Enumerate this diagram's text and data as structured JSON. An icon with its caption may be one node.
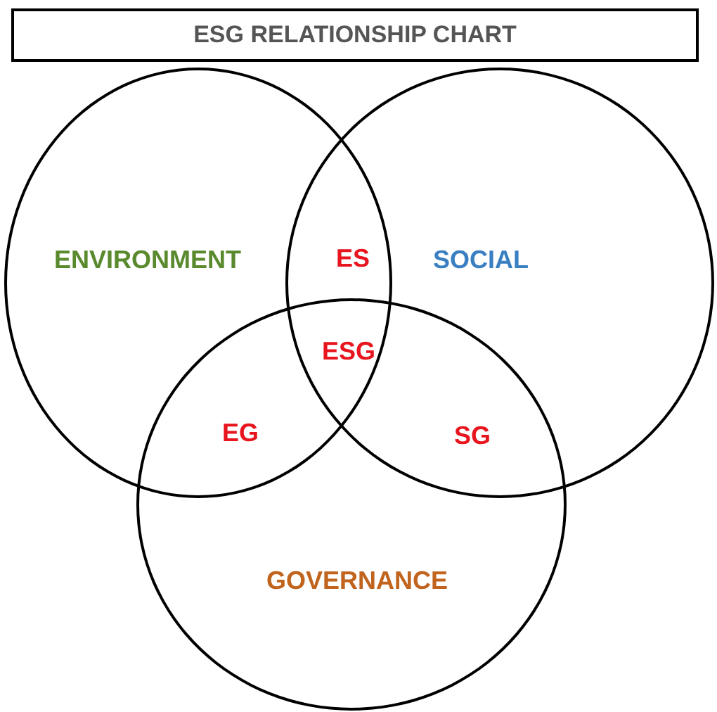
{
  "diagram": {
    "title": "ESG RELATIONSHIP CHART",
    "nodes": [
      {
        "text": [
          "ENVIRONMENT"
        ]
      },
      {
        "text": [
          "SOCIAL"
        ]
      },
      {
        "text": [
          "GOVERNANCE"
        ]
      }
    ],
    "edges": [],
    "labels": [
      "ES",
      "ESG",
      "EG",
      "SG"
    ]
  }
}
